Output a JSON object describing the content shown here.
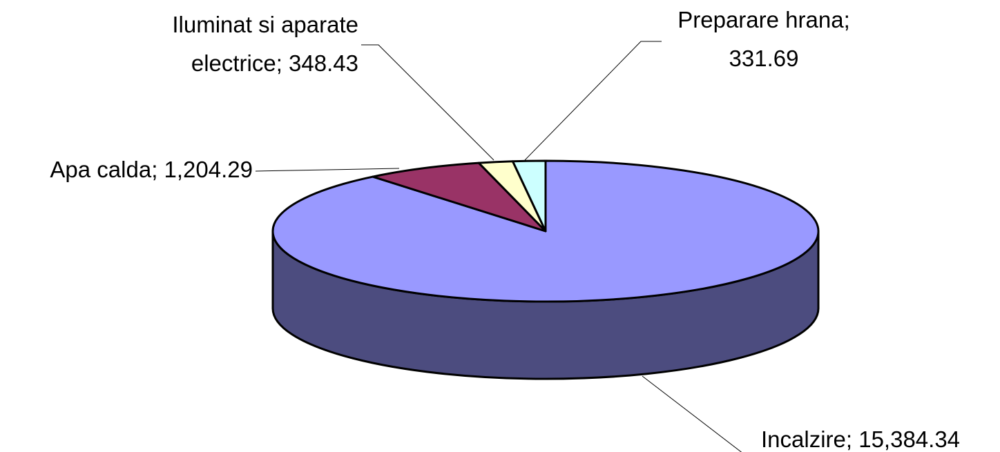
{
  "chart_data": {
    "type": "pie",
    "style": "3d",
    "title": "",
    "slices": [
      {
        "label": "Incalzire",
        "value": 15384.34,
        "label_lines": [
          "Incalzire;  15,384.34"
        ],
        "color": "#9999FF",
        "side_color": "#4C4C7F"
      },
      {
        "label": "Apa calda",
        "value": 1204.29,
        "label_lines": [
          "Apa calda;  1,204.29"
        ],
        "color": "#993366",
        "side_color": "#4C1933"
      },
      {
        "label": "Iluminat si aparate electrice",
        "value": 348.43,
        "label_lines": [
          "Iluminat si aparate",
          "electrice;  348.43"
        ],
        "color": "#FFFFCC",
        "side_color": "#7F7F66"
      },
      {
        "label": "Preparare hrana",
        "value": 331.69,
        "label_lines": [
          "Preparare hrana;",
          "331.69"
        ],
        "color": "#CCFFFF",
        "side_color": "#667F7F"
      }
    ],
    "legend": "none",
    "data_labels": "category and value"
  }
}
